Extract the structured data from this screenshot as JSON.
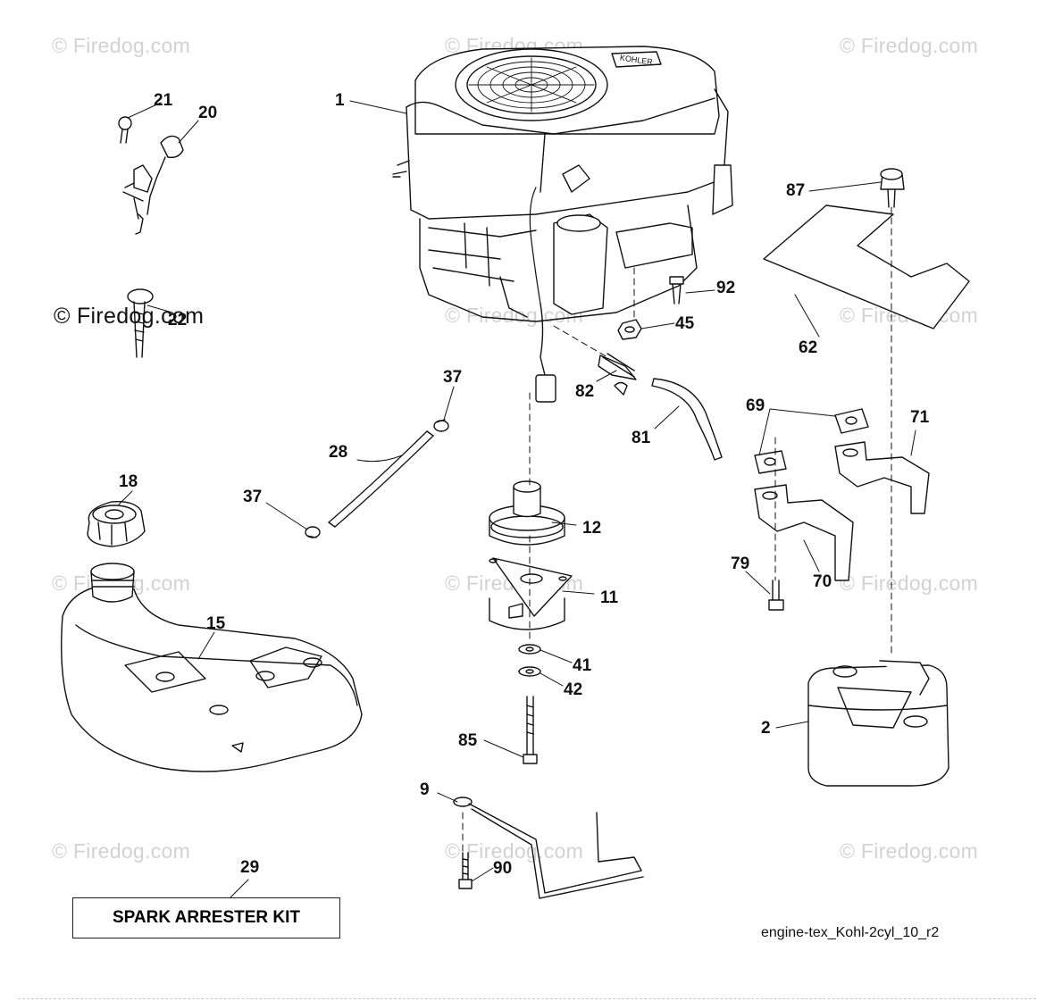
{
  "watermarks": [
    "© Firedog.com",
    "© Firedog.com",
    "© Firedog.com",
    "© Firedog.com",
    "© Firedog.com",
    "© Firedog.com",
    "© Firedog.com",
    "© Firedog.com",
    "© Firedog.com",
    "© Firedog.com",
    "© Firedog.com",
    "© Firedog.com"
  ],
  "callouts": {
    "c1": "1",
    "c2": "2",
    "c9": "9",
    "c11": "11",
    "c12": "12",
    "c15": "15",
    "c18": "18",
    "c20": "20",
    "c21": "21",
    "c22": "22",
    "c28": "28",
    "c29": "29",
    "c37a": "37",
    "c37b": "37",
    "c41": "41",
    "c42": "42",
    "c45": "45",
    "c62": "62",
    "c69": "69",
    "c70": "70",
    "c71": "71",
    "c79": "79",
    "c81": "81",
    "c82": "82",
    "c85": "85",
    "c87": "87",
    "c90": "90",
    "c92": "92"
  },
  "spark_arrester_kit": "SPARK ARRESTER KIT",
  "diagram_id": "engine-tex_Kohl-2cyl_10_r2",
  "engine_brand": "KOHLER"
}
